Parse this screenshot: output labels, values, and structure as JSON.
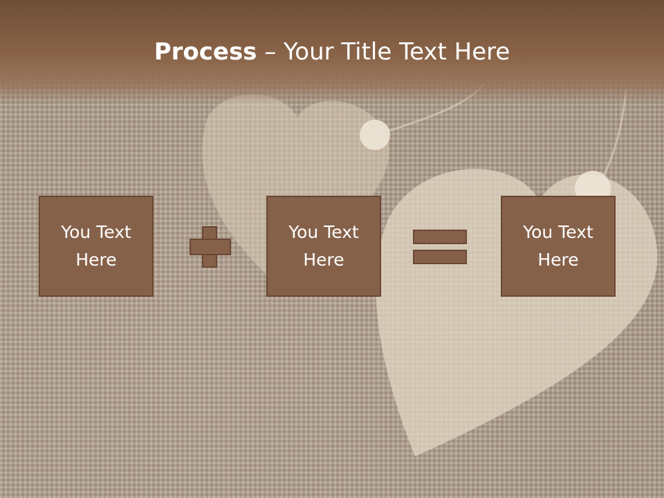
{
  "title": {
    "bold": "Process",
    "rest": " – Your Title Text Here"
  },
  "boxes": [
    {
      "text": "You Text\nHere"
    },
    {
      "text": "You Text\nHere"
    },
    {
      "text": "You Text\nHere"
    }
  ],
  "operators": [
    "plus",
    "equals"
  ],
  "colors": {
    "header": "#7a563f",
    "box_fill": "#86614a",
    "box_border": "#6a4633",
    "text": "#ffffff",
    "background": "#b9aa9b"
  }
}
